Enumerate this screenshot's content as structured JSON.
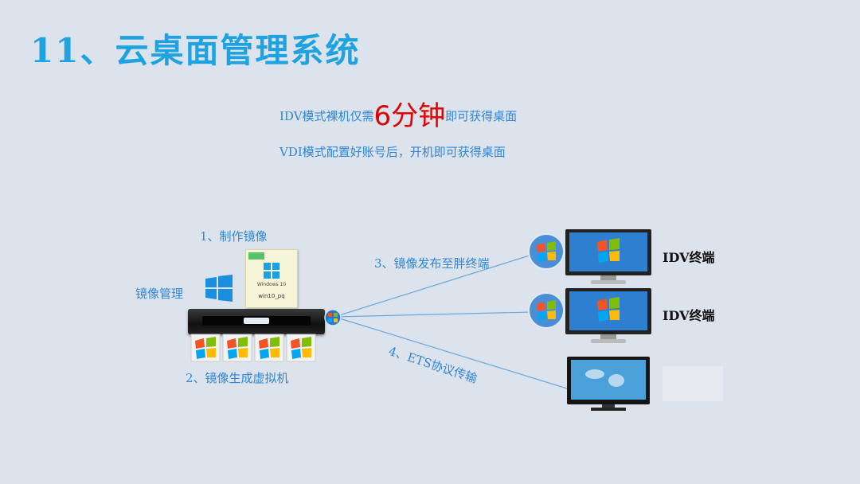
{
  "title": "11、云桌面管理系统",
  "idv_line": {
    "prefix": "IDV模式裸机仅需",
    "highlight": "6分钟",
    "suffix": "即可获得桌面"
  },
  "vdi_line": "VDI模式配置好账号后，开机即可获得桌面",
  "step1": "1、制作镜像",
  "image_mgmt": "镜像管理",
  "step2": "2、镜像生成虚拟机",
  "step3": "3、镜像发布至胖终端",
  "step4": "4、ETS协议传输",
  "terminal1": "IDV终端",
  "terminal2": "IDV终端",
  "image_card": {
    "label": "Windows 10",
    "file": "win10_pq"
  },
  "colors": {
    "title": "#1fa2e0",
    "text_blue": "#2f86d6",
    "highlight": "#e10000",
    "line": "#6aa8e0"
  }
}
